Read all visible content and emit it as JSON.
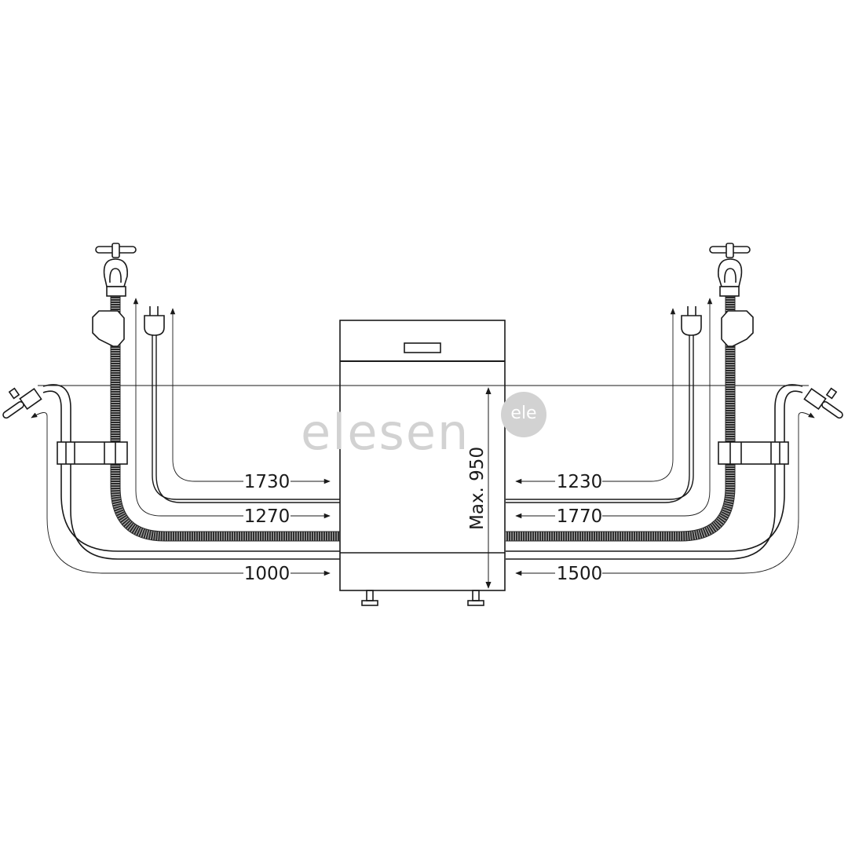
{
  "watermark": {
    "text": "elesen",
    "logo_text": "ele",
    "color": "#d2d2d2"
  },
  "dimensions": {
    "height_label": "Max. 950",
    "left": {
      "power_cord": "1730",
      "inlet_hose": "1270",
      "drain_hose": "1000"
    },
    "right": {
      "power_cord": "1230",
      "inlet_hose": "1770",
      "drain_hose": "1500"
    }
  },
  "colors": {
    "line": "#1a1a1a",
    "background": "#ffffff"
  }
}
